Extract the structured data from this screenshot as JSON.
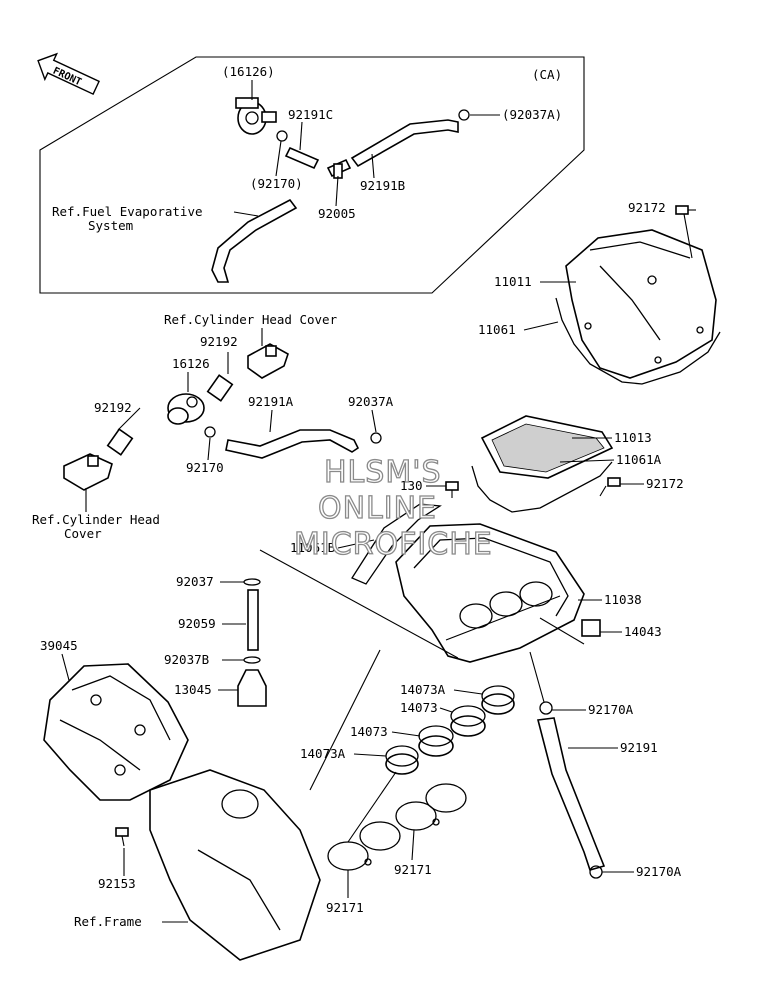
{
  "region_tag": "(CA)",
  "front_arrow": "FRONT",
  "watermark": [
    "HLSM'S",
    "ONLINE",
    "MICROFICHE"
  ],
  "refs": {
    "fuel_evap_1": "Ref.Fuel Evaporative",
    "fuel_evap_2": "System",
    "cyl_head_top": "Ref.Cylinder Head Cover",
    "cyl_head_left_1": "Ref.Cylinder Head",
    "cyl_head_left_2": "Cover",
    "frame": "Ref.Frame"
  },
  "parts": {
    "p16126_ca": "(16126)",
    "p92191C": "92191C",
    "p92037A_ca": "(92037A)",
    "p92170_ca": "(92170)",
    "p92191B": "92191B",
    "p92005": "92005",
    "p92172_top": "92172",
    "p11011": "11011",
    "p11061": "11061",
    "p92192_a": "92192",
    "p16126": "16126",
    "p92192_b": "92192",
    "p92191A": "92191A",
    "p92037A": "92037A",
    "p92170": "92170",
    "p11013": "11013",
    "p11061A": "11061A",
    "p130": "130",
    "p92172_mid": "92172",
    "p11061B": "11061B",
    "p92037": "92037",
    "p11038": "11038",
    "p92059": "92059",
    "p14043": "14043",
    "p39045": "39045",
    "p92037B": "92037B",
    "p13045": "13045",
    "p14073A_a": "14073A",
    "p14073_a": "14073",
    "p92170A_a": "92170A",
    "p14073_b": "14073",
    "p92191": "92191",
    "p14073A_b": "14073A",
    "p92153": "92153",
    "p92171_a": "92171",
    "p92170A_b": "92170A",
    "p92171_b": "92171"
  }
}
